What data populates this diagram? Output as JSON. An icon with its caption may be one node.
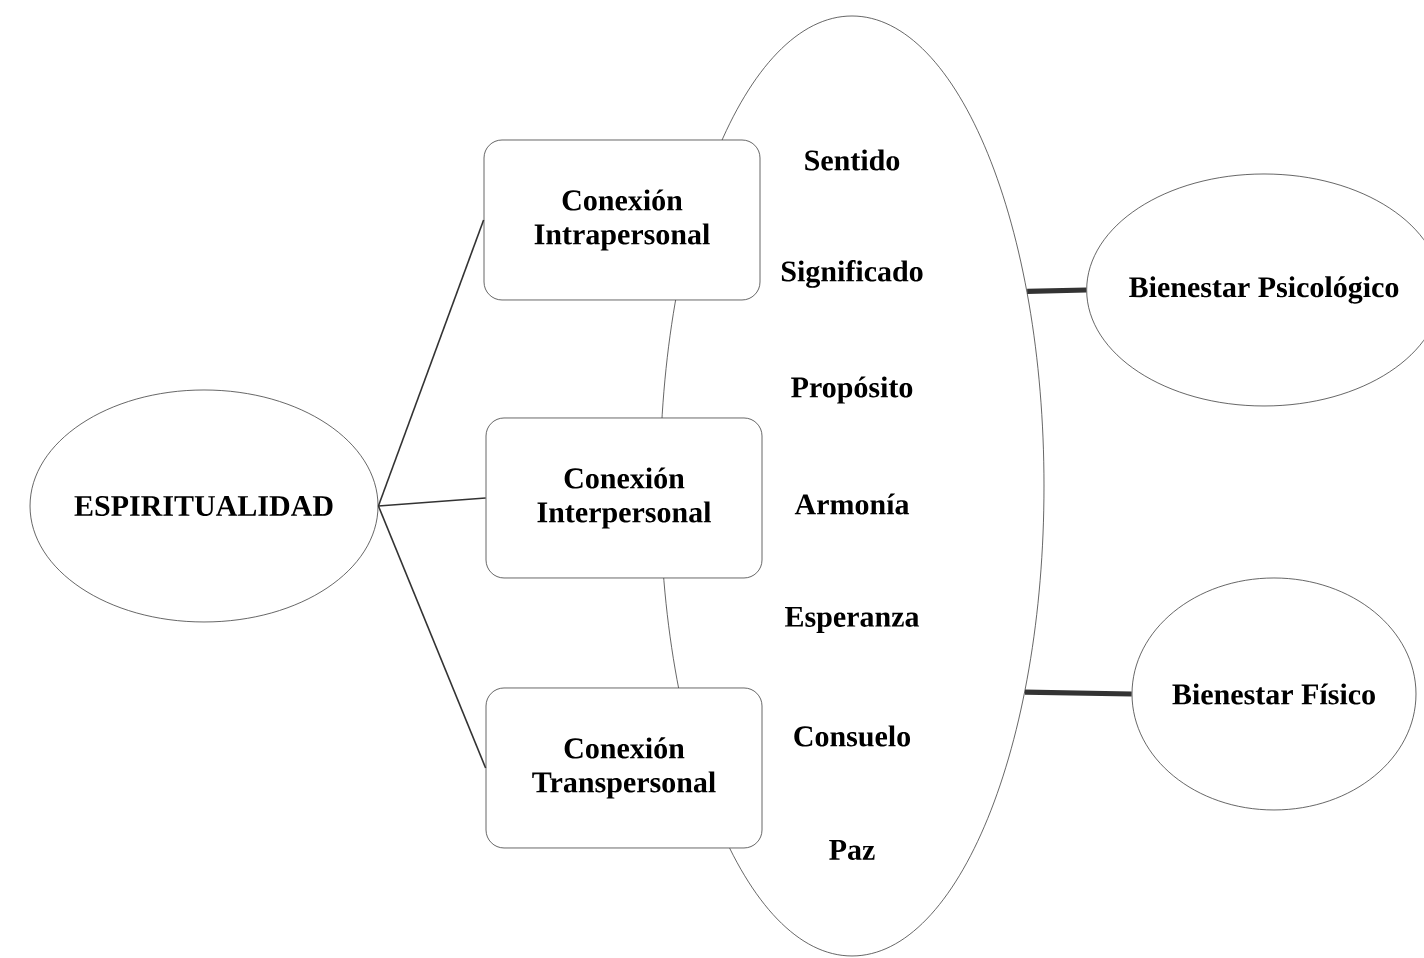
{
  "diagram": {
    "nodes": [
      {
        "text": [
          "ESPIRITUALIDAD"
        ]
      },
      {
        "text": [
          "Conexión Intrapersonal"
        ]
      },
      {
        "text": [
          "Conexión Interpersonal"
        ]
      },
      {
        "text": [
          "Conexión Transpersonal"
        ]
      },
      {
        "text": [
          "Sentido",
          "Significado",
          "Propósito",
          "Armonía",
          "Esperanza",
          "Consuelo",
          "Paz"
        ]
      },
      {
        "text": [
          "Bienestar Psicológico"
        ]
      },
      {
        "text": [
          "Bienestar Físico"
        ]
      }
    ],
    "edges": [
      {
        "from": 0,
        "to": 1,
        "arrow": "none"
      },
      {
        "from": 0,
        "to": 2,
        "arrow": "none"
      },
      {
        "from": 0,
        "to": 3,
        "arrow": "none"
      },
      {
        "from": 4,
        "to": 5,
        "arrow": "none",
        "style": "thick"
      },
      {
        "from": 4,
        "to": 6,
        "arrow": "none",
        "style": "thick"
      }
    ]
  }
}
